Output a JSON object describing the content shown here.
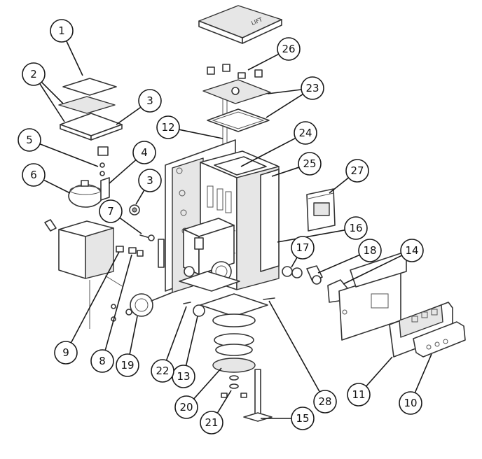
{
  "diagram": {
    "type": "exploded-parts-diagram",
    "line_color": "#333333",
    "callouts": [
      {
        "id": "1",
        "label": "1"
      },
      {
        "id": "2",
        "label": "2"
      },
      {
        "id": "3a",
        "label": "3"
      },
      {
        "id": "3b",
        "label": "3"
      },
      {
        "id": "4",
        "label": "4"
      },
      {
        "id": "5",
        "label": "5"
      },
      {
        "id": "6",
        "label": "6"
      },
      {
        "id": "7",
        "label": "7"
      },
      {
        "id": "8",
        "label": "8"
      },
      {
        "id": "9",
        "label": "9"
      },
      {
        "id": "10",
        "label": "10"
      },
      {
        "id": "11",
        "label": "11"
      },
      {
        "id": "12",
        "label": "12"
      },
      {
        "id": "13",
        "label": "13"
      },
      {
        "id": "14",
        "label": "14"
      },
      {
        "id": "15",
        "label": "15"
      },
      {
        "id": "16",
        "label": "16"
      },
      {
        "id": "17",
        "label": "17"
      },
      {
        "id": "18",
        "label": "18"
      },
      {
        "id": "19",
        "label": "19"
      },
      {
        "id": "20",
        "label": "20"
      },
      {
        "id": "21",
        "label": "21"
      },
      {
        "id": "22",
        "label": "22"
      },
      {
        "id": "23",
        "label": "23"
      },
      {
        "id": "24",
        "label": "24"
      },
      {
        "id": "25",
        "label": "25"
      },
      {
        "id": "26",
        "label": "26"
      },
      {
        "id": "27",
        "label": "27"
      },
      {
        "id": "28",
        "label": "28"
      }
    ],
    "lid_marking": "LIFT"
  }
}
